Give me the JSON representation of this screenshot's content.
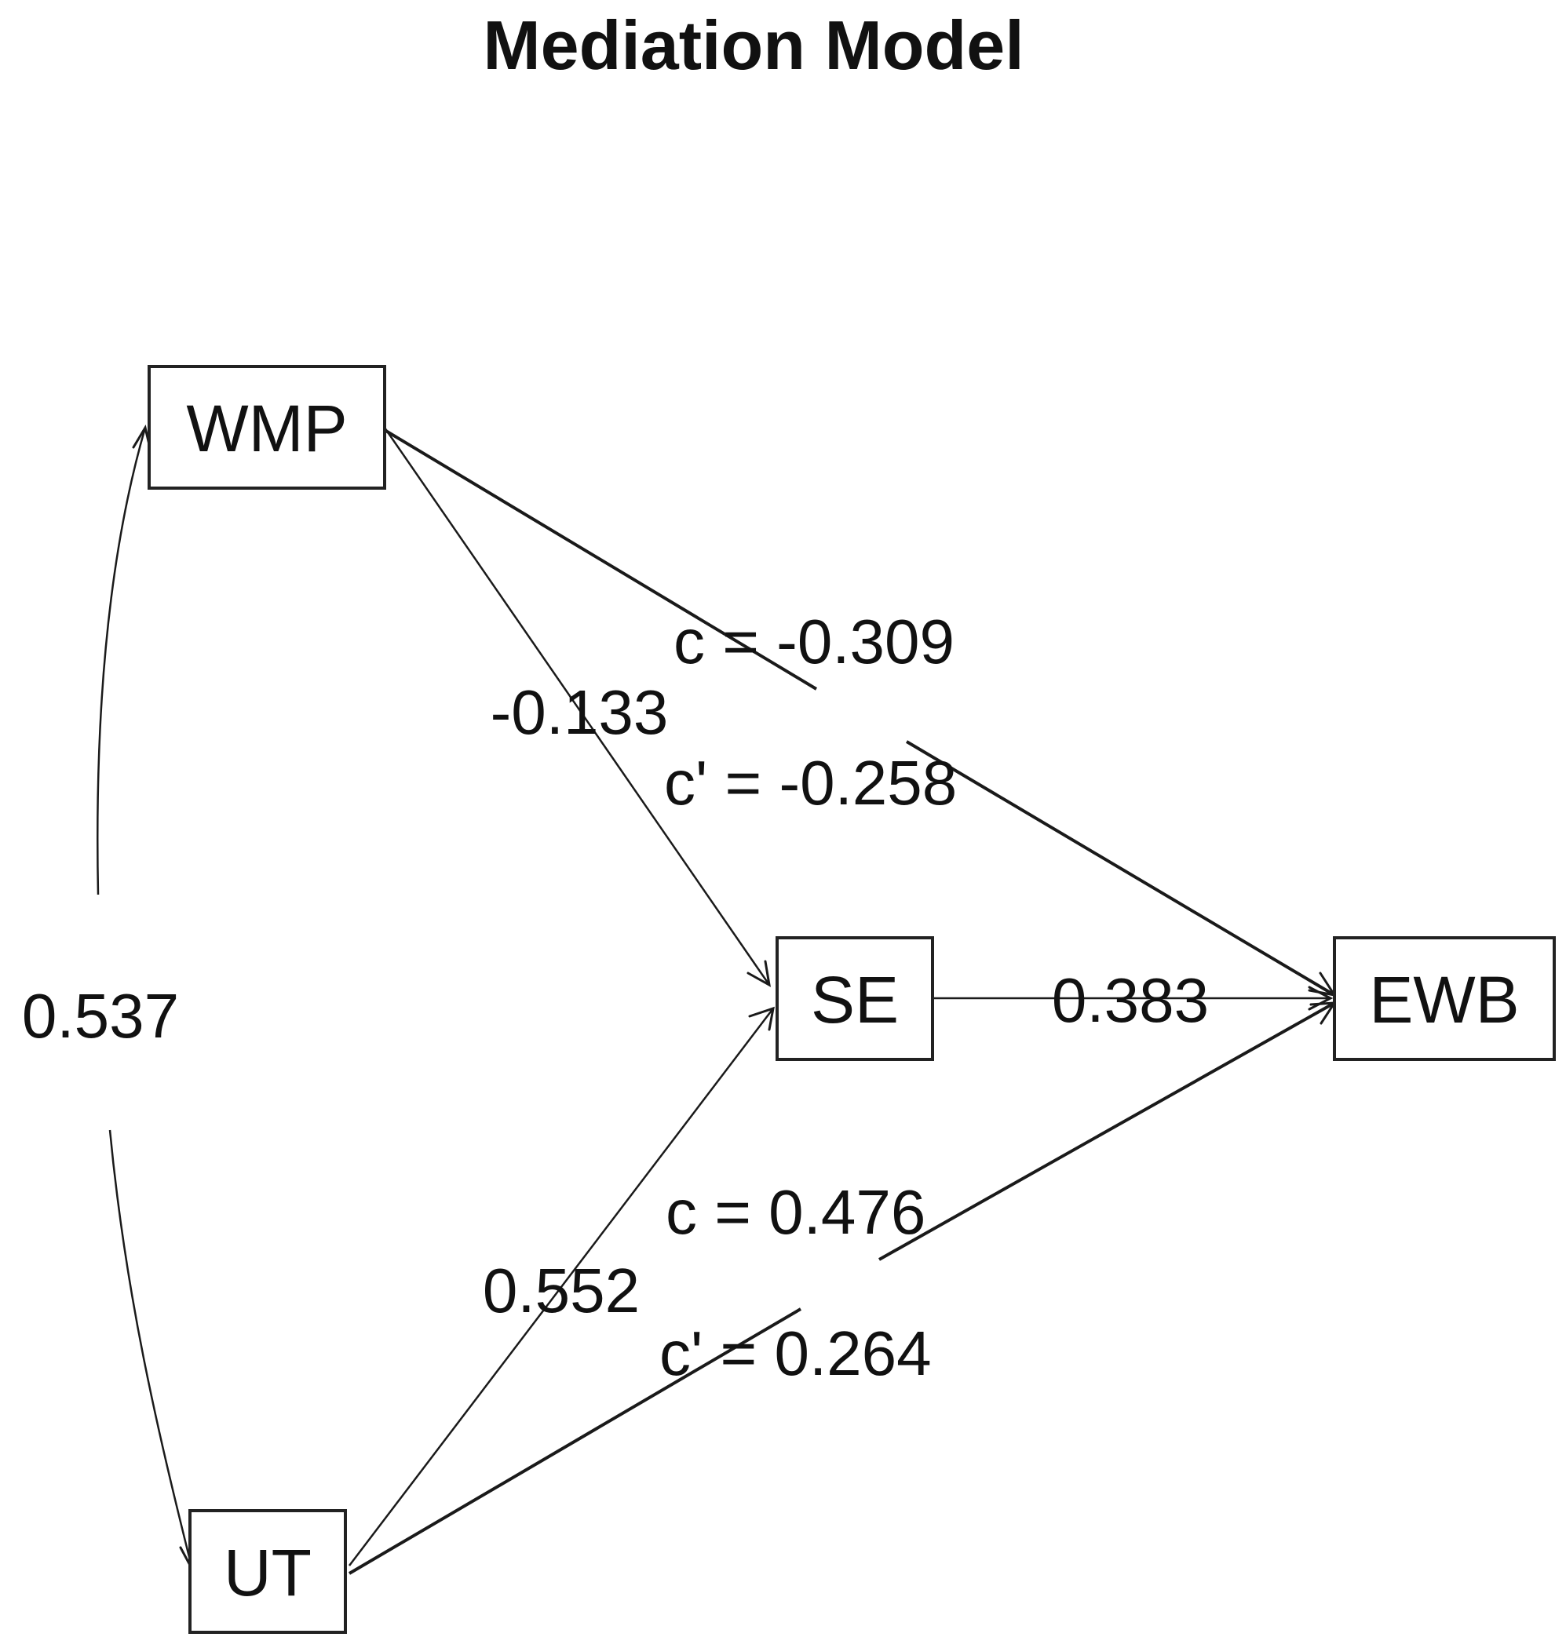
{
  "title": "Mediation Model",
  "nodes": {
    "wmp": "WMP",
    "ut": "UT",
    "se": "SE",
    "ewb": "EWB"
  },
  "edges": {
    "wmp_ut_correlation": "0.537",
    "wmp_se": "-0.133",
    "ut_se": "0.552",
    "se_ewb": "0.383",
    "wmp_ewb_total": "c =  -0.309",
    "wmp_ewb_direct": "c' =  -0.258",
    "ut_ewb_total": "c =  0.476",
    "ut_ewb_direct": "c' =  0.264"
  }
}
